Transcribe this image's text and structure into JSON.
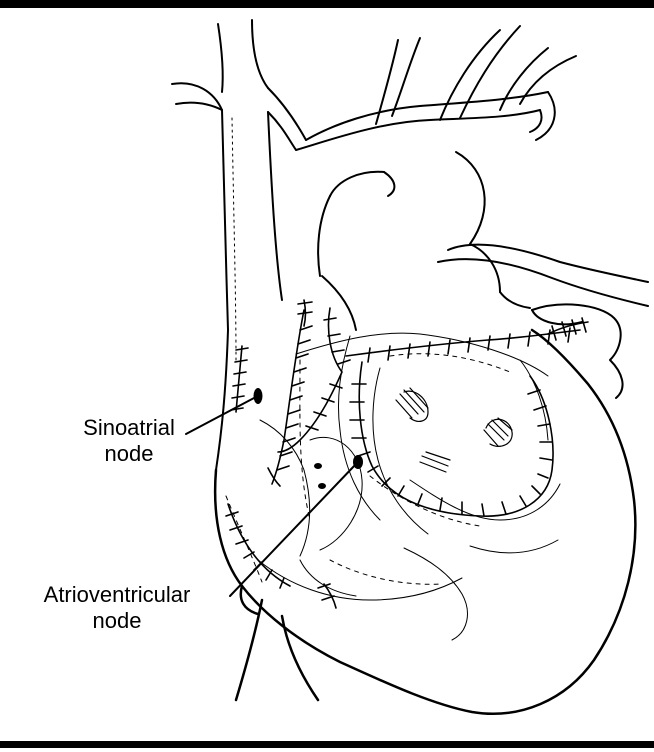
{
  "labels": {
    "sinoatrial_line1": "Sinoatrial",
    "sinoatrial_line2": "node",
    "av_line1": "Atrioventricular",
    "av_line2": "node"
  },
  "colors": {
    "ink": "#000000",
    "background": "#ffffff"
  }
}
